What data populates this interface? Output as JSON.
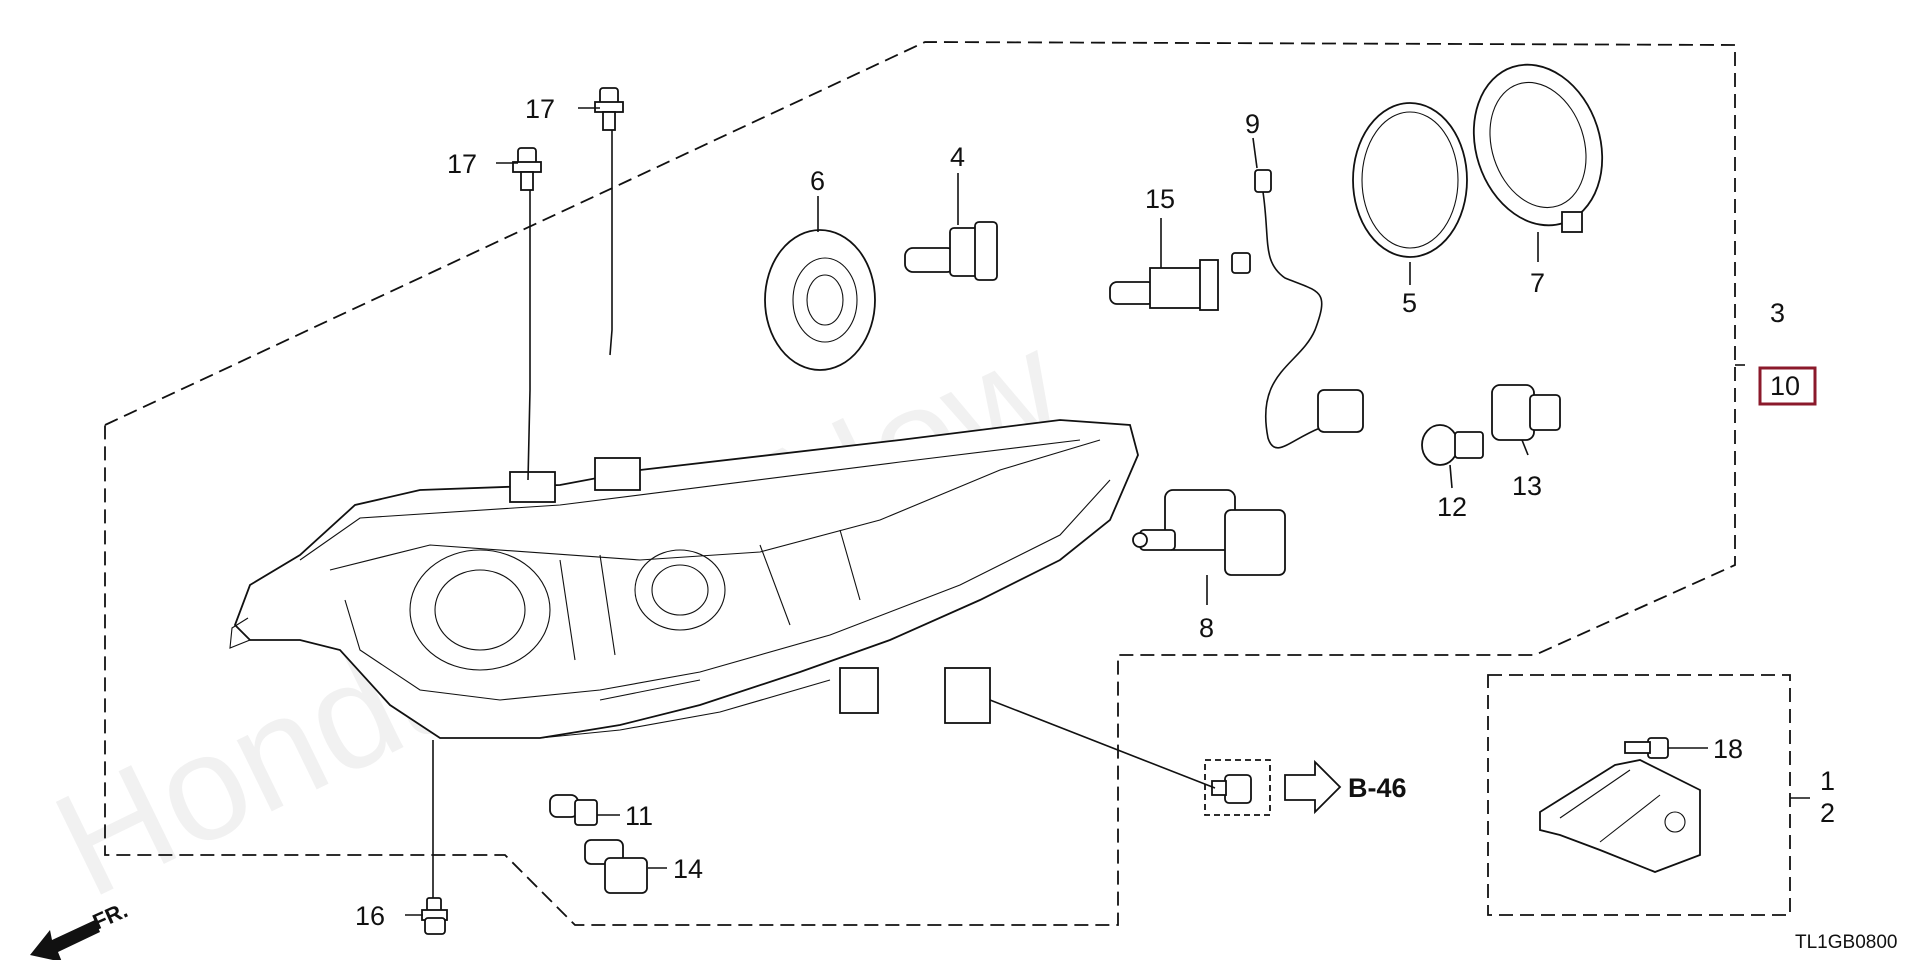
{
  "diagram": {
    "callouts": {
      "c1": "1",
      "c2": "2",
      "c3": "3",
      "c4": "4",
      "c5": "5",
      "c6": "6",
      "c7": "7",
      "c8": "8",
      "c9": "9",
      "c10": "10",
      "c11": "11",
      "c12": "12",
      "c13": "13",
      "c14": "14",
      "c15": "15",
      "c16": "16",
      "c17a": "17",
      "c17b": "17",
      "c18": "18"
    },
    "reference_label": "B-46",
    "direction_label": "FR.",
    "drawing_code": "TL1GB0800",
    "watermark": "HondaPartsNow",
    "highlight_color": "#8b1a2b"
  }
}
